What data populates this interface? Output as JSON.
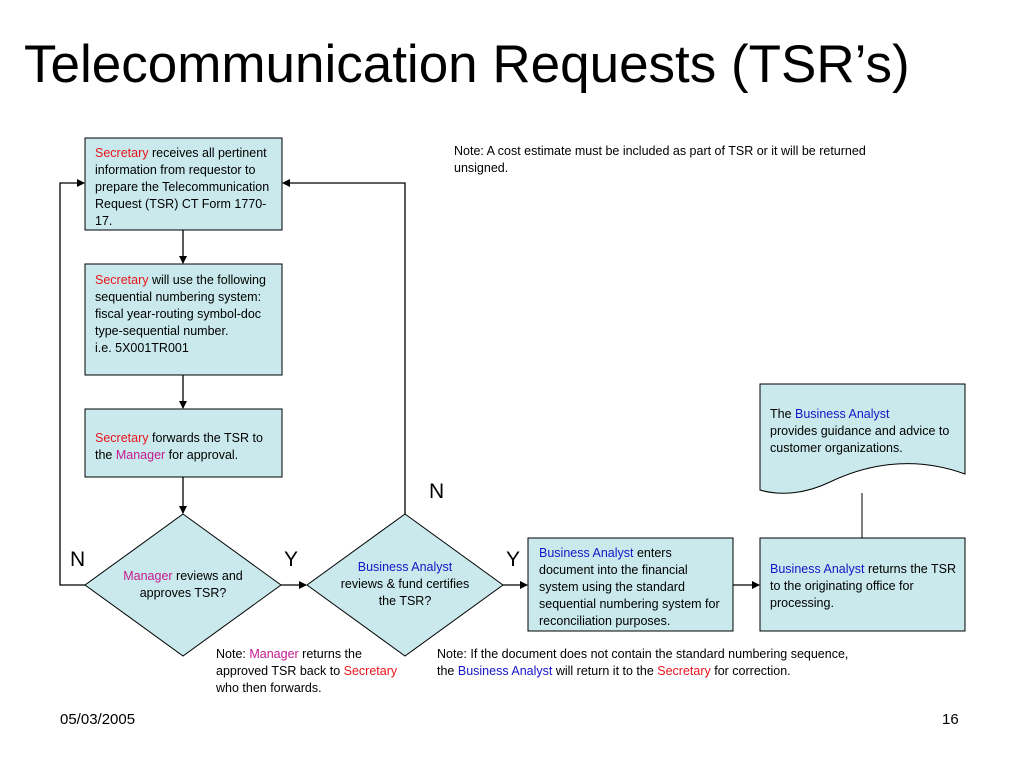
{
  "title": "Telecommunication Requests (TSR’s)",
  "colors": {
    "box_fill": "#c9e9ec",
    "stroke": "#000000",
    "secretary": "#e8161c",
    "manager": "#c41a8f",
    "business_analyst": "#1515c8"
  },
  "box1": {
    "role": "Secretary",
    "text": " receives all pertinent information from requestor to prepare the Telecommunication Request (TSR) CT Form 1770-17."
  },
  "box2": {
    "role": "Secretary",
    "text": " will use the following sequential numbering system: fiscal year-routing symbol-doc type-sequential number.",
    "example": "i.e. 5X001TR001"
  },
  "box3": {
    "role": "Secretary",
    "text_a": " forwards the TSR to the ",
    "role2": "Manager",
    "text_b": " for approval."
  },
  "decision1": {
    "role": "Manager",
    "text": " reviews and approves TSR?"
  },
  "decision2": {
    "role": "Business Analyst",
    "text": "reviews & fund certifies the TSR?"
  },
  "box4": {
    "role": "Business Analyst",
    "text": " enters document into the financial system using the standard sequential numbering system for reconciliation purposes."
  },
  "box5": {
    "role": "Business Analyst",
    "text": " returns the TSR to the originating office for processing."
  },
  "doc_shape": {
    "lead": "The ",
    "role": "Business Analyst",
    "text": "provides guidance and advice to customer organizations."
  },
  "labels": {
    "n_left": "N",
    "y_1": "Y",
    "y_2": "Y",
    "n_top": "N"
  },
  "note_top": "Note:  A  cost estimate must be included as part of TSR or it will be returned unsigned.",
  "note_manager": {
    "lead": "Note:  ",
    "role": "Manager",
    "text_a": " returns the approved TSR back to ",
    "role2": "Secretary",
    "text_b": " who then forwards."
  },
  "note_ba": {
    "lead": "Note:  If the document does not contain the standard numbering sequence, the  ",
    "role": "Business Analyst",
    "text_a": " will return it to the ",
    "role2": "Secretary",
    "text_b": " for correction."
  },
  "footer": {
    "date": "05/03/2005",
    "page": "16"
  }
}
